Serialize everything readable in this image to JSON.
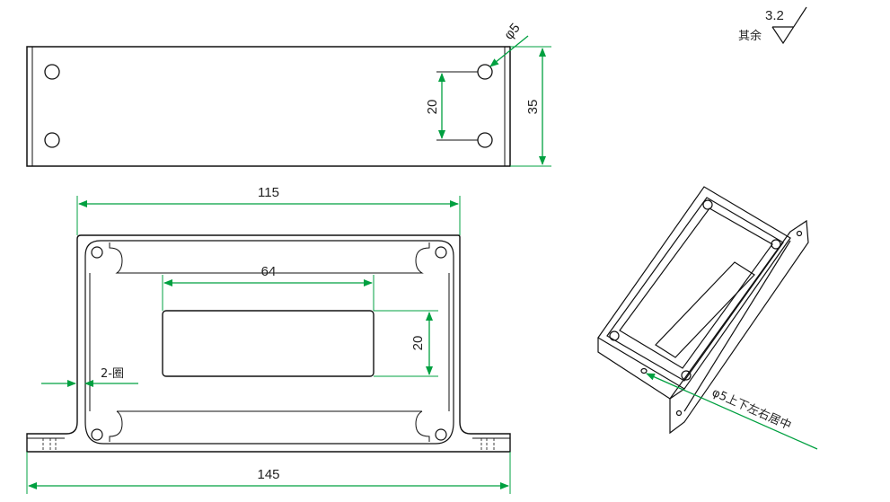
{
  "drawing": {
    "top_view": {
      "hole_dim_label": "φ5",
      "hole_spacing_label": "20",
      "height_label": "35"
    },
    "front_view": {
      "inner_width_label": "115",
      "window_width_label": "64",
      "window_height_label": "20",
      "wall_label": "2-圈",
      "total_width_label": "145"
    },
    "surface_finish": {
      "prefix": "其余",
      "value": "3.2"
    },
    "iso_view": {
      "hole_note": "φ5上下左右居中"
    },
    "colors": {
      "line": "#111111",
      "dimension": "#00a040",
      "arrow": "#00a040"
    }
  }
}
